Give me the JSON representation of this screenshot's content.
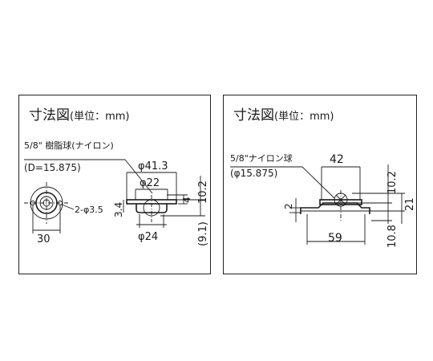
{
  "left_panel": {
    "title": "寸法図",
    "unit": "(単位：mm)",
    "ball_label": "5/8\" 樹脂球(ナイロン)",
    "ball_diameter": "(D=15.875)",
    "dim_d41": "φ41.3",
    "dim_d22": "φ22",
    "dim_holes": "2-φ3.5",
    "dim_34": "3.4",
    "dim_4": "4",
    "dim_102": "10.2",
    "dim_91": "(9.1)",
    "dim_d24": "φ24",
    "dim_30": "30"
  },
  "right_panel": {
    "title": "寸法図",
    "unit": "(単位：mm)",
    "ball_label": "5/8\"ナイロン球",
    "ball_diameter": "(φ15.875)",
    "dim_42": "42",
    "dim_2": "2",
    "dim_102": "10.2",
    "dim_21": "21",
    "dim_108": "10.8",
    "dim_59": "59"
  }
}
